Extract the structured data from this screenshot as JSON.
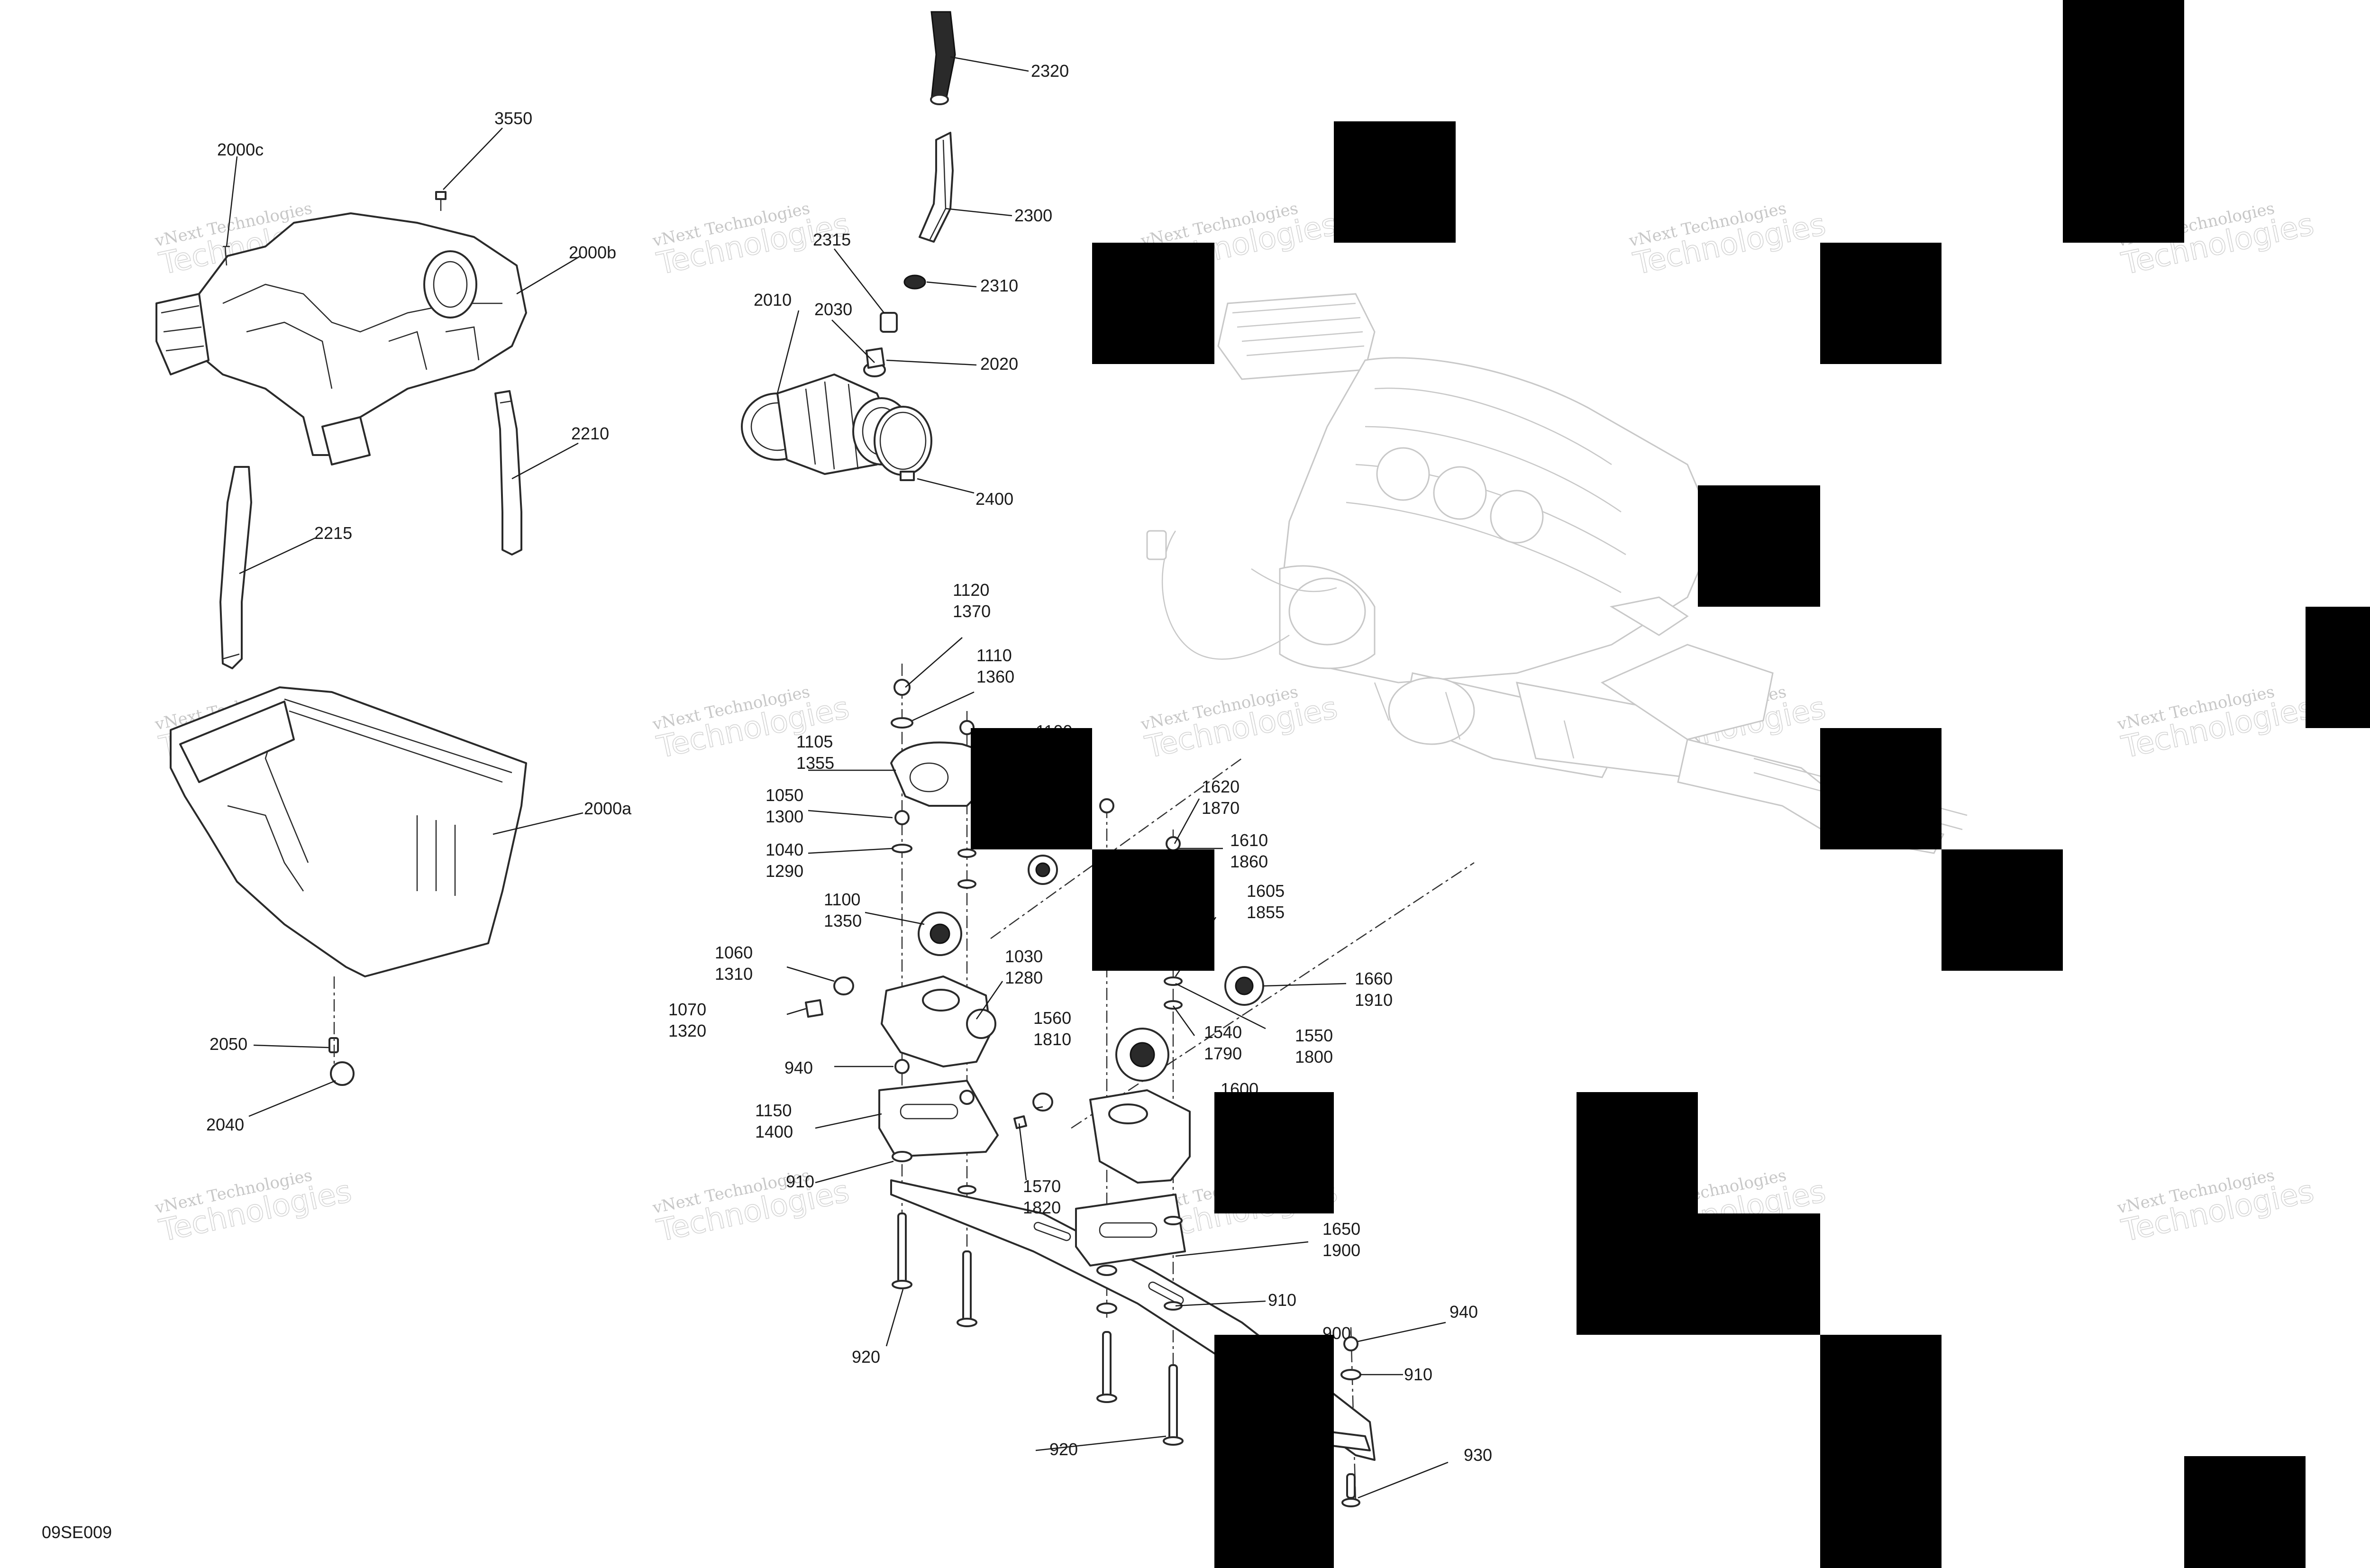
{
  "diagram_code": "09SE009",
  "watermark": {
    "line1": "vNext Technologies",
    "line2": "Technologies"
  },
  "callouts": [
    {
      "id": "c3550",
      "text": "3550"
    },
    {
      "id": "c2000c",
      "text": "2000c"
    },
    {
      "id": "c2000b",
      "text": "2000b"
    },
    {
      "id": "c2210",
      "text": "2210"
    },
    {
      "id": "c2215",
      "text": "2215"
    },
    {
      "id": "c2000a",
      "text": "2000a"
    },
    {
      "id": "c2050",
      "text": "2050"
    },
    {
      "id": "c2040",
      "text": "2040"
    },
    {
      "id": "c2320",
      "text": "2320"
    },
    {
      "id": "c2300",
      "text": "2300"
    },
    {
      "id": "c2315",
      "text": "2315"
    },
    {
      "id": "c2310",
      "text": "2310"
    },
    {
      "id": "c2010",
      "text": "2010"
    },
    {
      "id": "c2030",
      "text": "2030"
    },
    {
      "id": "c2020",
      "text": "2020"
    },
    {
      "id": "c2400",
      "text": "2400"
    },
    {
      "id": "c1120",
      "text": "1120"
    },
    {
      "id": "c1370",
      "text": "1370"
    },
    {
      "id": "c1110",
      "text": "1110"
    },
    {
      "id": "c1360",
      "text": "1360"
    },
    {
      "id": "c1105",
      "text": "1105"
    },
    {
      "id": "c1355",
      "text": "1355"
    },
    {
      "id": "c1050",
      "text": "1050"
    },
    {
      "id": "c1300",
      "text": "1300"
    },
    {
      "id": "c1040",
      "text": "1040"
    },
    {
      "id": "c1290",
      "text": "1290"
    },
    {
      "id": "c1100",
      "text": "1100"
    },
    {
      "id": "c1350",
      "text": "1350"
    },
    {
      "id": "c1060",
      "text": "1060"
    },
    {
      "id": "c1310",
      "text": "1310"
    },
    {
      "id": "c1070",
      "text": "1070"
    },
    {
      "id": "c1320",
      "text": "1320"
    },
    {
      "id": "c1030",
      "text": "1030"
    },
    {
      "id": "c1280",
      "text": "1280"
    },
    {
      "id": "c940a",
      "text": "940"
    },
    {
      "id": "c1150",
      "text": "1150"
    },
    {
      "id": "c1400",
      "text": "1400"
    },
    {
      "id": "c910a",
      "text": "910"
    },
    {
      "id": "c920a",
      "text": "920"
    },
    {
      "id": "c1560",
      "text": "1560"
    },
    {
      "id": "c1810",
      "text": "1810"
    },
    {
      "id": "c1570",
      "text": "1570"
    },
    {
      "id": "c1820",
      "text": "1820"
    },
    {
      "id": "c1620",
      "text": "1620"
    },
    {
      "id": "c1870",
      "text": "1870"
    },
    {
      "id": "c1610",
      "text": "1610"
    },
    {
      "id": "c1860",
      "text": "1860"
    },
    {
      "id": "c1605",
      "text": "1605"
    },
    {
      "id": "c1855",
      "text": "1855"
    },
    {
      "id": "c1660",
      "text": "1660"
    },
    {
      "id": "c1910",
      "text": "1910"
    },
    {
      "id": "c1540",
      "text": "1540"
    },
    {
      "id": "c1790",
      "text": "1790"
    },
    {
      "id": "c1550",
      "text": "1550"
    },
    {
      "id": "c1800",
      "text": "1800"
    },
    {
      "id": "c1600",
      "text": "1600"
    },
    {
      "id": "c1650",
      "text": "1650"
    },
    {
      "id": "c1900",
      "text": "1900"
    },
    {
      "id": "c910b",
      "text": "910"
    },
    {
      "id": "c900",
      "text": "900"
    },
    {
      "id": "c940b",
      "text": "940"
    },
    {
      "id": "c910c",
      "text": "910"
    },
    {
      "id": "c930",
      "text": "930"
    },
    {
      "id": "c920b",
      "text": "920"
    },
    {
      "id": "c1100x",
      "text": "1100"
    }
  ]
}
